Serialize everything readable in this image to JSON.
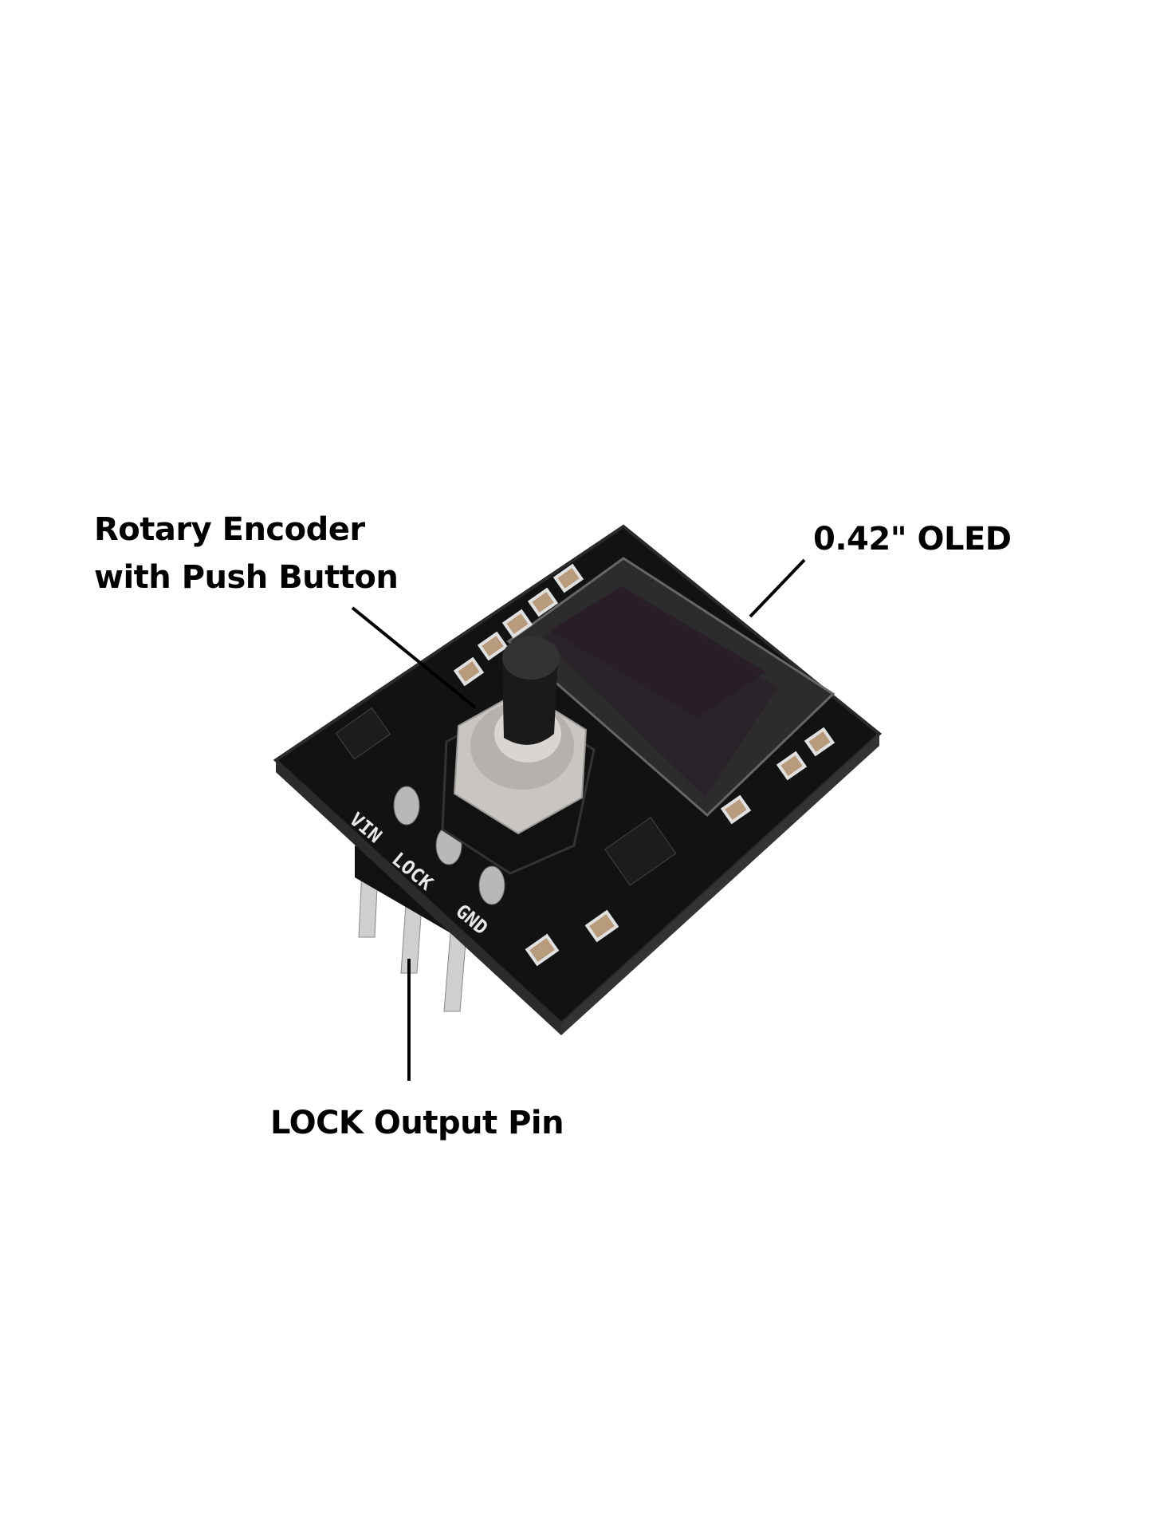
{
  "callouts": {
    "encoder": {
      "line1": "Rotary Encoder",
      "line2": "with Push Button"
    },
    "oled": {
      "text": "0.42\" OLED"
    },
    "lock_pin": {
      "text": "LOCK Output Pin"
    }
  },
  "board": {
    "silkscreen": {
      "vin": "VIN",
      "lock": "LOCK",
      "gnd": "GND"
    },
    "colors": {
      "pcb": "#111111",
      "oled_screen": "#2a1e28",
      "encoder_metal": "#c9c6c2",
      "knob": "#1a1a1a",
      "pads": "#d8d8d8",
      "caps": "#b89a7c"
    }
  }
}
